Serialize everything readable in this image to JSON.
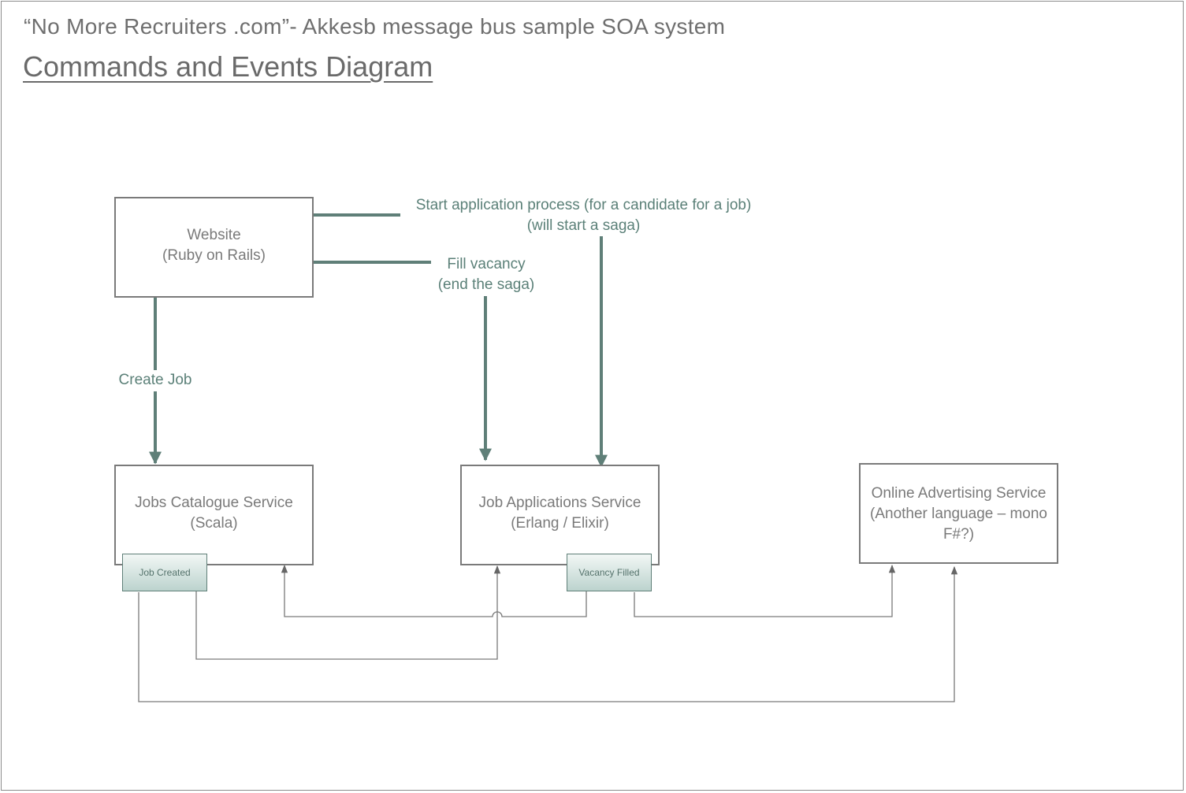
{
  "header": {
    "subtitle": "“No More Recruiters .com”- Akkesb message bus sample SOA system",
    "title": "Commands and Events Diagram"
  },
  "services": {
    "website": {
      "name": "Website",
      "tech": "(Ruby on Rails)"
    },
    "jobs_catalogue": {
      "name": "Jobs Catalogue Service",
      "tech": "(Scala)"
    },
    "job_applications": {
      "name": "Job Applications Service",
      "tech": "(Erlang / Elixir)"
    },
    "online_advertising": {
      "line1": "Online Advertising Service",
      "line2": "(Another language – mono",
      "line3": "F#?)"
    }
  },
  "commands": {
    "start_application": {
      "line1": "Start application process (for a candidate for a job)",
      "line2": "(will start a saga)"
    },
    "fill_vacancy": {
      "line1": "Fill vacancy",
      "line2": "(end the saga)"
    },
    "create_job": "Create Job"
  },
  "events": {
    "job_created": "Job Created",
    "vacancy_filled": "Vacancy Filled"
  },
  "colors": {
    "command": "#5f7f78",
    "event_line": "#7a7a7a",
    "box_border": "#7a7a7a"
  }
}
